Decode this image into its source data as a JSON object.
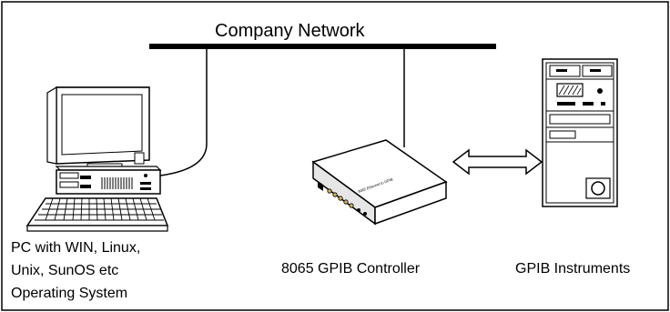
{
  "network": {
    "label": "Company Network"
  },
  "pc": {
    "caption_lines": [
      "PC with WIN, Linux,",
      "Unix, SunOS etc",
      "Operating System"
    ]
  },
  "controller": {
    "caption": "8065 GPIB Controller",
    "device_text": "8065 Ethernet to GPIB"
  },
  "instruments": {
    "caption": "GPIB Instruments"
  },
  "colors": {
    "ink": "#000000",
    "screen": "#ffffff",
    "box_shade": "#e6e6e6",
    "port": "#d4b25a"
  }
}
